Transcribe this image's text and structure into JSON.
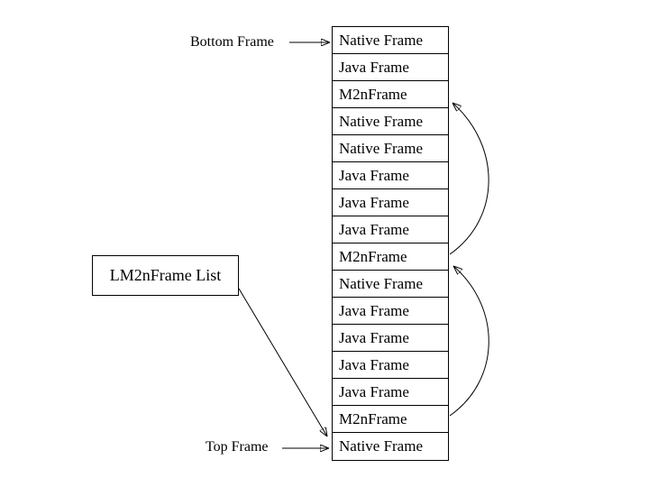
{
  "diagram": {
    "title": "M2nFrame linked stack diagram",
    "background_color": "#ffffff",
    "line_color": "#000000",
    "labels": {
      "bottom_frame": "Bottom Frame",
      "top_frame": "Top Frame",
      "lm2n_list": "LM2nFrame List"
    },
    "stack": {
      "rows": [
        "Native Frame",
        "Java Frame",
        "M2nFrame",
        "Native Frame",
        "Native Frame",
        "Java Frame",
        "Java Frame",
        "Java Frame",
        "M2nFrame",
        "Native Frame",
        "Java Frame",
        "Java Frame",
        "Java Frame",
        "Java Frame",
        "M2nFrame",
        "Native Frame"
      ]
    },
    "arrows": [
      {
        "from": "bottom-frame-label",
        "to": "stack-row-1-native-frame",
        "style": "straight"
      },
      {
        "from": "lm2nframe-list-box",
        "to": "stack-row-16-native-frame",
        "style": "straight"
      },
      {
        "from": "top-frame-label",
        "to": "stack-row-16-native-frame",
        "style": "straight"
      },
      {
        "from": "stack-row-9-m2nframe",
        "to": "stack-row-3-m2nframe",
        "style": "curved"
      },
      {
        "from": "stack-row-15-m2nframe",
        "to": "stack-row-9-m2nframe",
        "style": "curved"
      }
    ]
  }
}
